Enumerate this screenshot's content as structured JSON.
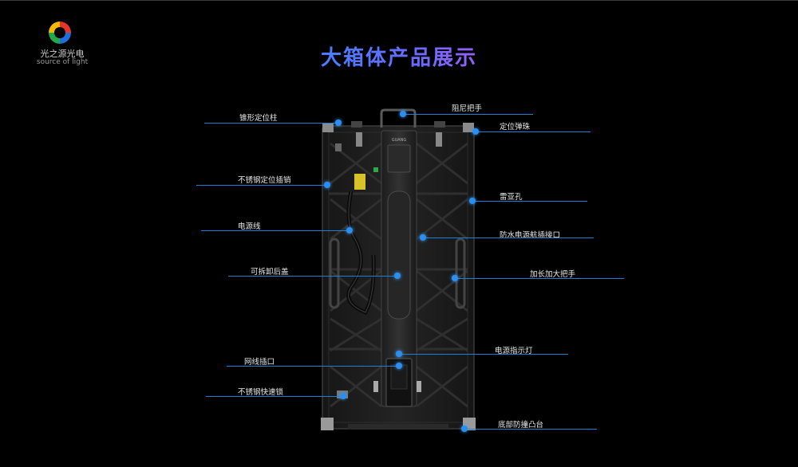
{
  "brand": {
    "name_cn": "光之源光电",
    "name_en": "source of light",
    "colors": [
      "#e8342b",
      "#22a84a",
      "#1e6fd9",
      "#f5b800"
    ]
  },
  "title": "大箱体产品展示",
  "product_badge": "GUANG",
  "callouts": {
    "left": [
      {
        "id": "cone-pin",
        "label": "锥形定位柱"
      },
      {
        "id": "steel-pin",
        "label": "不锈钢定位插销"
      },
      {
        "id": "power-cable",
        "label": "电源线"
      },
      {
        "id": "rear-cover",
        "label": "可拆卸后盖"
      },
      {
        "id": "network-port",
        "label": "网线插口"
      },
      {
        "id": "steel-lock",
        "label": "不锈钢快速锁"
      }
    ],
    "right": [
      {
        "id": "damping-handle",
        "label": "阻尼把手"
      },
      {
        "id": "spring-bead",
        "label": "定位弹珠"
      },
      {
        "id": "rigging-hole",
        "label": "雷亚孔"
      },
      {
        "id": "waterproof-plug",
        "label": "防水电源航插接口"
      },
      {
        "id": "long-handle",
        "label": "加长加大把手"
      },
      {
        "id": "power-light",
        "label": "电源指示灯"
      },
      {
        "id": "bottom-bump",
        "label": "底部防撞凸台"
      }
    ]
  },
  "accent_color": "#1f7fd6"
}
